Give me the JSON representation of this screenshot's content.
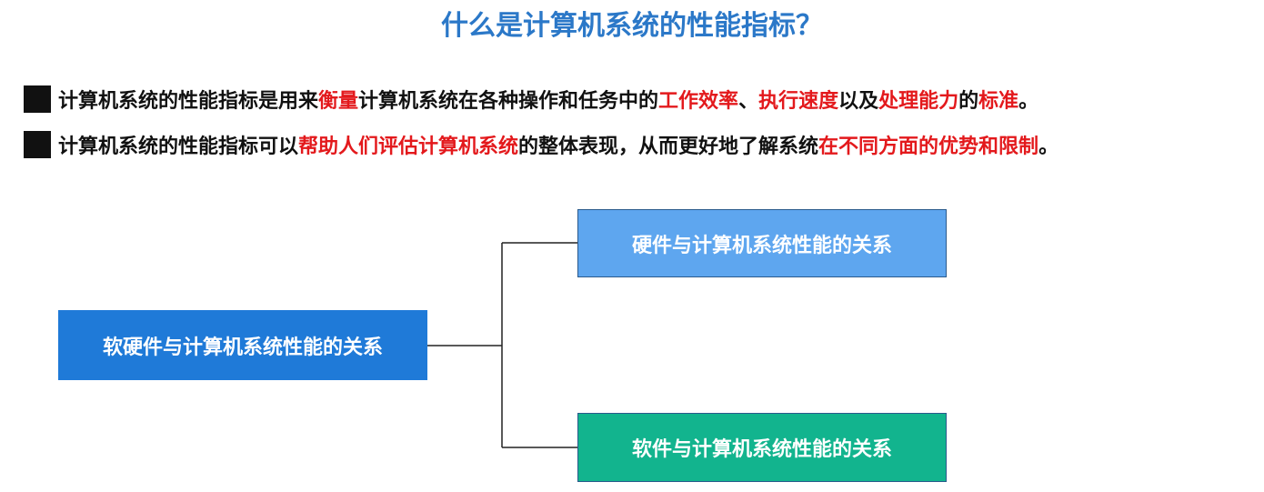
{
  "title": "什么是计算机系统的性能指标？",
  "bullets": [
    {
      "parts": [
        {
          "text": "计算机系统的性能指标是用来",
          "highlight": false
        },
        {
          "text": "衡量",
          "highlight": true
        },
        {
          "text": "计算机系统在各种操作和任务中的",
          "highlight": false
        },
        {
          "text": "工作效率",
          "highlight": true
        },
        {
          "text": "、",
          "highlight": false
        },
        {
          "text": "执行速度",
          "highlight": true
        },
        {
          "text": "以及",
          "highlight": false
        },
        {
          "text": "处理能力",
          "highlight": true
        },
        {
          "text": "的",
          "highlight": false
        },
        {
          "text": "标准",
          "highlight": true
        },
        {
          "text": "。",
          "highlight": false
        }
      ]
    },
    {
      "parts": [
        {
          "text": "计算机系统的性能指标可以",
          "highlight": false
        },
        {
          "text": "帮助人们评估计算机系统",
          "highlight": true
        },
        {
          "text": "的整体表现，从而更好地了解系统",
          "highlight": false
        },
        {
          "text": "在不同方面的优势和限制",
          "highlight": true
        },
        {
          "text": "。",
          "highlight": false
        }
      ]
    }
  ],
  "diagram": {
    "root": "软硬件与计算机系统性能的关系",
    "children": [
      "硬件与计算机系统性能的关系",
      "软件与计算机系统性能的关系"
    ]
  },
  "colors": {
    "title": "#2b78c8",
    "highlight": "#e3191c",
    "root_box": "#1f7ad8",
    "hardware_box": "#5ea6ef",
    "software_box": "#12b48e"
  }
}
